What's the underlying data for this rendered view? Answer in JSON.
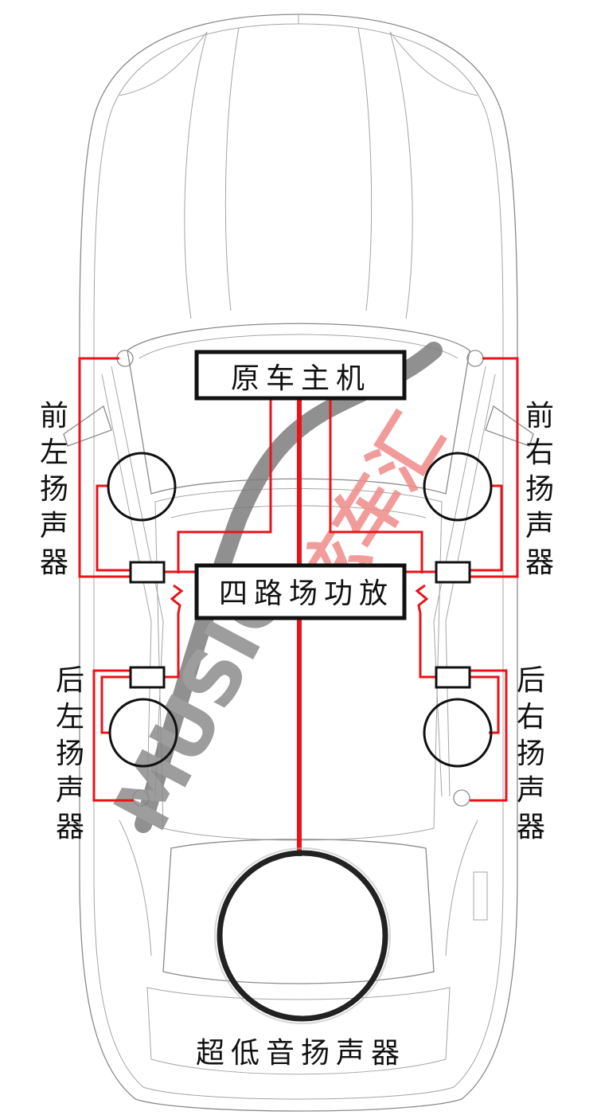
{
  "head_unit": {
    "label": "原车主机"
  },
  "amplifier": {
    "label": "四路场功放"
  },
  "subwoofer": {
    "label": "超低音扬声器"
  },
  "front_left": {
    "lines": [
      "前",
      "左",
      "扬",
      "声",
      "器"
    ]
  },
  "front_right": {
    "lines": [
      "前",
      "右",
      "扬",
      "声",
      "器"
    ]
  },
  "rear_left": {
    "lines": [
      "后",
      "左",
      "扬",
      "声",
      "器"
    ]
  },
  "rear_right": {
    "lines": [
      "后",
      "右",
      "扬",
      "声",
      "器"
    ]
  },
  "watermark": {
    "latin": "MUSIC",
    "cjk": "炫车汇"
  },
  "colors": {
    "wire": "#e8141a",
    "outline": "#8a8a8a",
    "box": "#111111",
    "watermark_gray": "#7d7d7d",
    "watermark_red": "#f08a8a"
  }
}
